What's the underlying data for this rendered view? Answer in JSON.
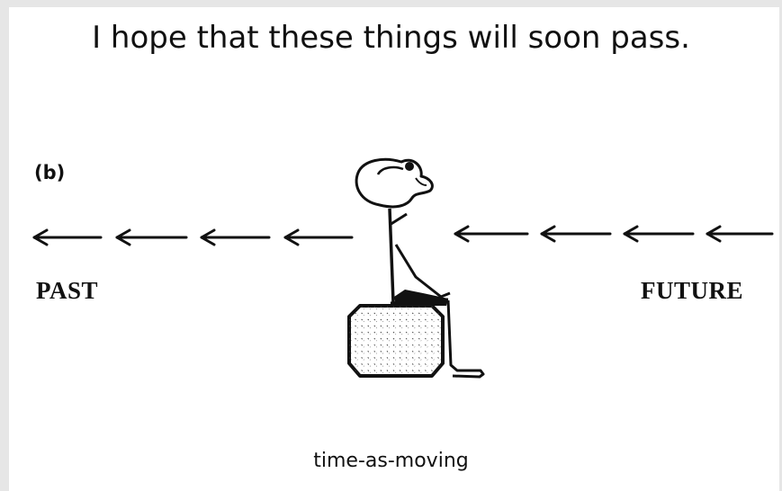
{
  "heading": "I hope that these things will soon pass.",
  "panel_label": "(b)",
  "labels": {
    "past": "PAST",
    "future": "FUTURE"
  },
  "caption": "time-as-moving",
  "arrow_direction": "leftward",
  "arrow_color": "#111111"
}
